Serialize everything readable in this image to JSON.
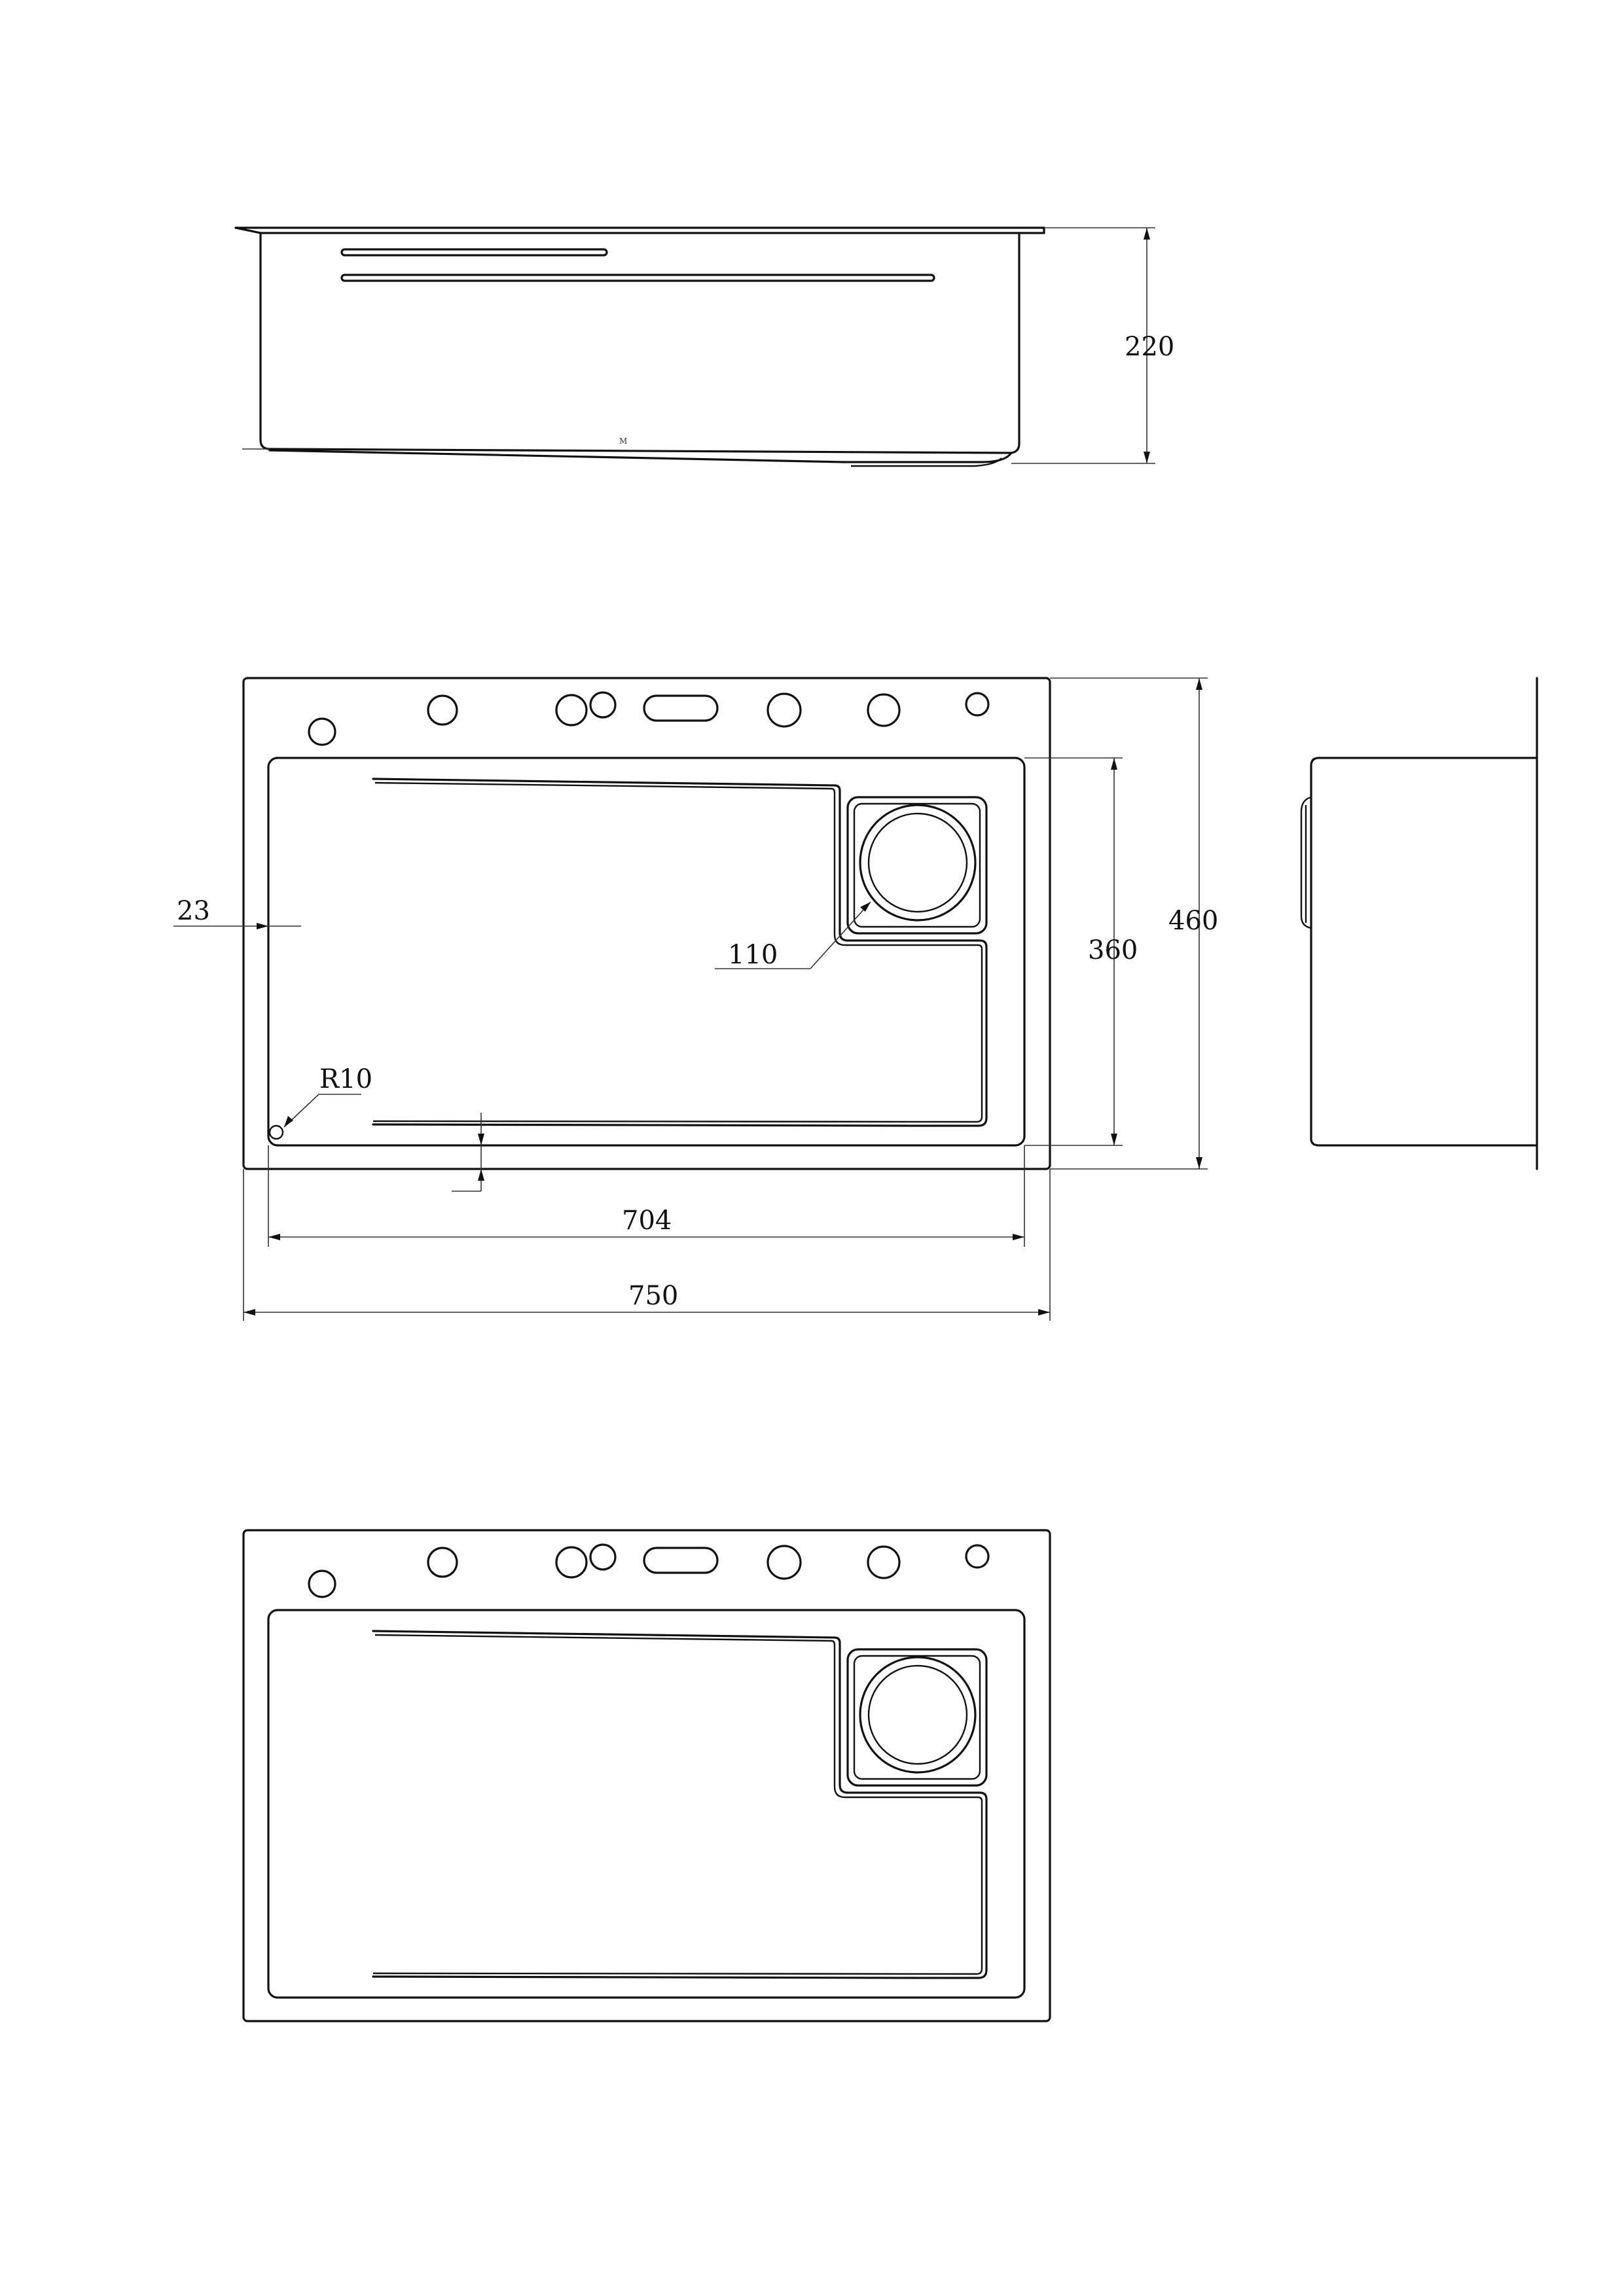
{
  "dimensions": {
    "height_side": "220",
    "rim_width": "23",
    "drain_diameter": "110",
    "corner_radius": "R10",
    "bowl_depth_front": "360",
    "overall_depth": "460",
    "bowl_width": "704",
    "overall_width": "750"
  },
  "side_view_mark": "M"
}
